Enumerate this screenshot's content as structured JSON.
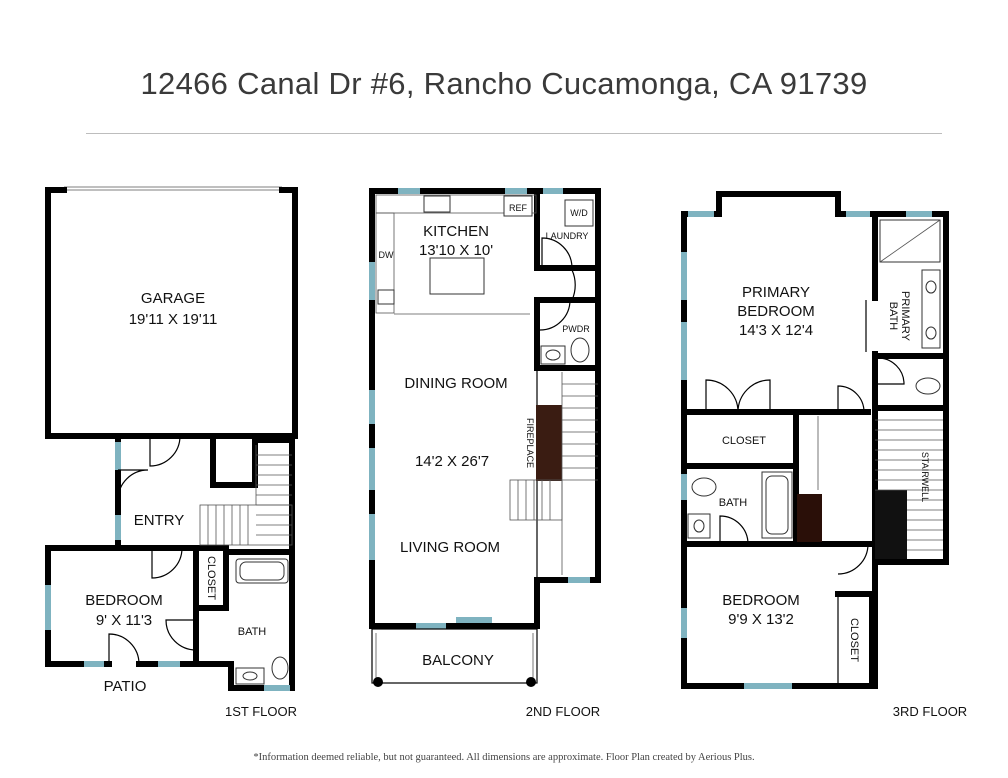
{
  "title": "12466 Canal Dr #6, Rancho Cucamonga, CA 91739",
  "footer": "*Information deemed reliable, but not guaranteed. All dimensions are approximate. Floor Plan created by Aerious Plus.",
  "colors": {
    "wall": "#000000",
    "window": "#7fb3c0",
    "fireplace": "#3a1c12",
    "rule": "#bdbdbd"
  },
  "floor1": {
    "label": "1ST FLOOR",
    "garage": {
      "name": "GARAGE",
      "dims": "19'11 X 19'11"
    },
    "entry": "ENTRY",
    "bedroom": {
      "name": "BEDROOM",
      "dims": "9' X 11'3"
    },
    "closet": "CLOSET",
    "bath": "BATH",
    "patio": "PATIO"
  },
  "floor2": {
    "label": "2ND FLOOR",
    "kitchen": {
      "name": "KITCHEN",
      "dims": "13'10 X 10'"
    },
    "ref": "REF",
    "wd": "W/D",
    "laundry": "LAUNDRY",
    "dw": "DW",
    "pwdr": "PWDR",
    "dining": "DINING ROOM",
    "living_dims": "14'2 X 26'7",
    "fireplace": "FIREPLACE",
    "living": "LIVING ROOM",
    "balcony": "BALCONY"
  },
  "floor3": {
    "label": "3RD FLOOR",
    "primary_bedroom": {
      "name_line1": "PRIMARY",
      "name_line2": "BEDROOM",
      "dims": "14'3 X 12'4"
    },
    "primary_bath_line1": "PRIMARY",
    "primary_bath_line2": "BATH",
    "closet": "CLOSET",
    "stairwell": "STAIRWELL",
    "bath": "BATH",
    "bedroom": {
      "name": "BEDROOM",
      "dims": "9'9 X 13'2"
    },
    "closet2": "CLOSET"
  }
}
